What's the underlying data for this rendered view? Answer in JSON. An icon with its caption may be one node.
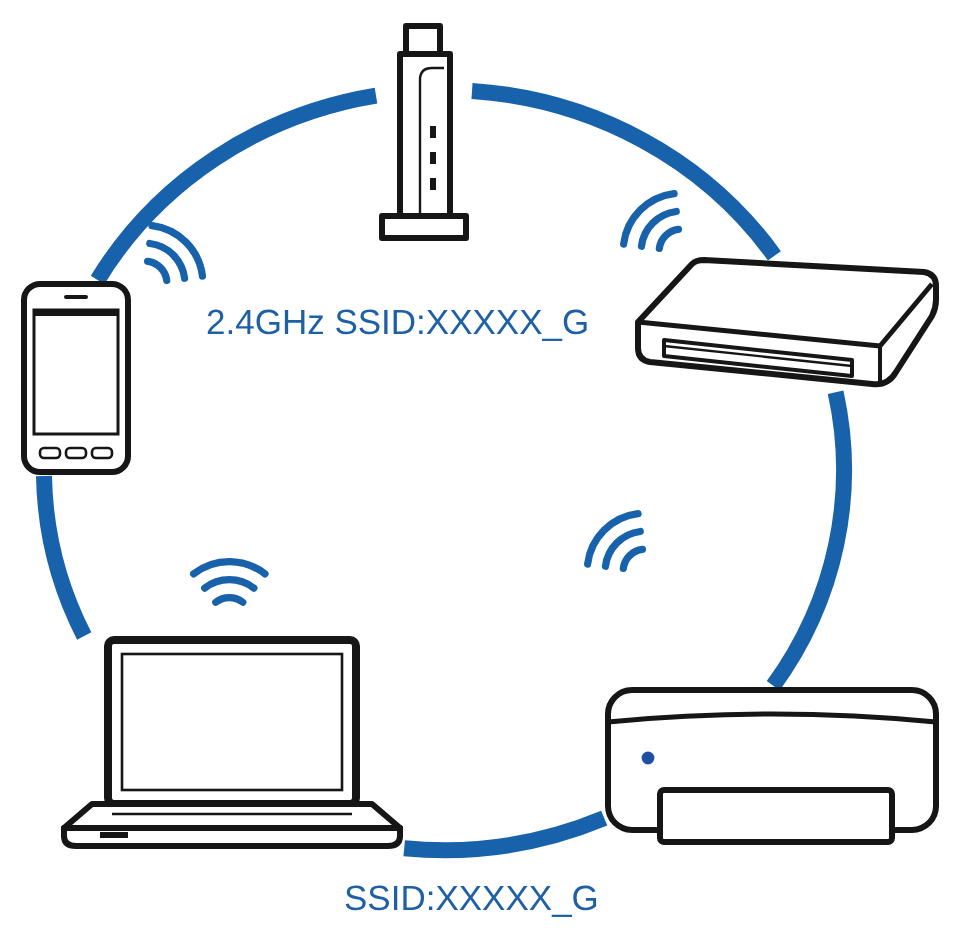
{
  "diagram": {
    "nodes": [
      {
        "text": [],
        "shape": "picture"
      },
      {
        "text": [],
        "shape": "picture"
      },
      {
        "text": [],
        "shape": "picture"
      },
      {
        "text": [],
        "shape": "picture"
      },
      {
        "text": [],
        "shape": "picture"
      }
    ],
    "edges": [
      {
        "from": 0,
        "to": 2,
        "arrow": "none"
      },
      {
        "from": 2,
        "to": 4,
        "arrow": "none"
      },
      {
        "from": 4,
        "to": 3,
        "arrow": "none"
      },
      {
        "from": 3,
        "to": 1,
        "arrow": "none"
      },
      {
        "from": 1,
        "to": 0,
        "arrow": "none"
      }
    ],
    "labels": [
      "2.4GHz SSID:XXXXX_G",
      "SSID:XXXXX_G"
    ]
  }
}
